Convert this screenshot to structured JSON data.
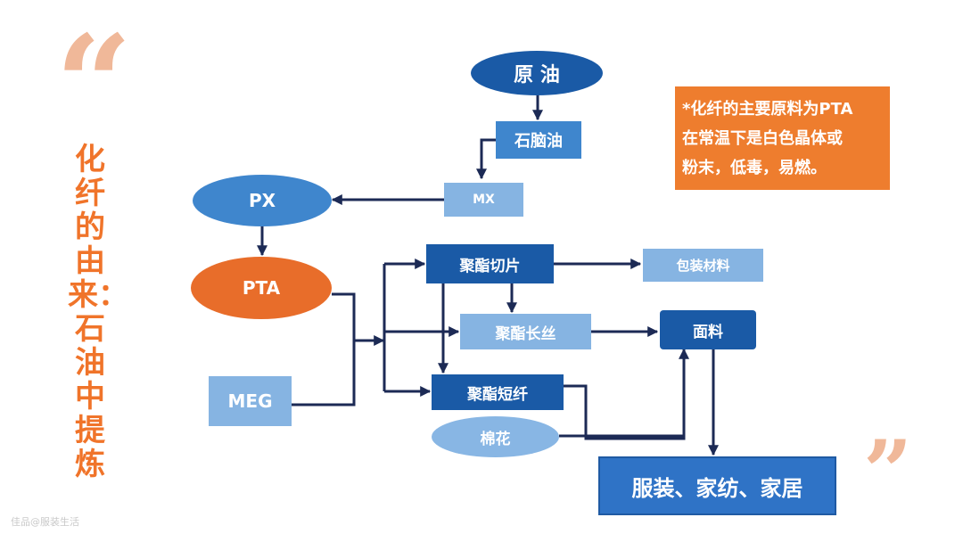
{
  "decor": {
    "open_quote": "“",
    "close_quote": "”"
  },
  "title": "化纤的由来：石油中提炼",
  "note": {
    "lines": [
      "*化纤的主要原料为PTA",
      "在常温下是白色晶体或",
      "粉末，低毒，易燃。"
    ]
  },
  "nodes": {
    "crude_oil": "原 油",
    "naphtha": "石脑油",
    "px": "PX",
    "mx": "MX",
    "pta": "PTA",
    "meg": "MEG",
    "polyester_chip": "聚酯切片",
    "packaging": "包装材料",
    "polyester_filament": "聚酯长丝",
    "fabric": "面料",
    "polyester_staple": "聚酯短纤",
    "cotton": "棉花",
    "apparel": "服装、家纺、家居"
  },
  "watermark": "佳品@服装生活",
  "colors": {
    "dark_blue": "#1a5aa6",
    "mid_blue": "#3f86cd",
    "light_blue": "#86b4e2",
    "orange": "#e86d2a",
    "arrow": "#1c2a55"
  }
}
